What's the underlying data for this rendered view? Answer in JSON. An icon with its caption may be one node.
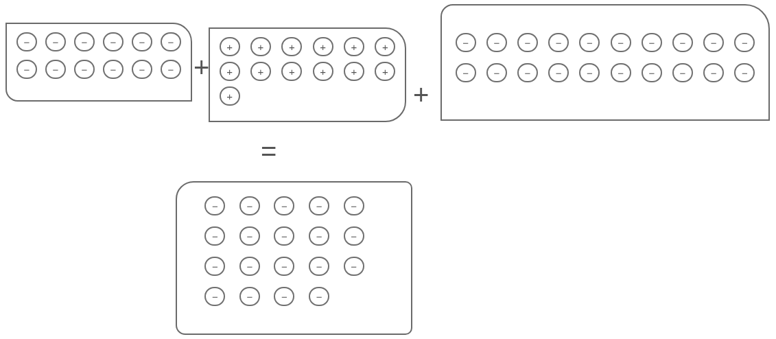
{
  "diagram": {
    "nodes": [
      {
        "text": [],
        "shape": "box"
      },
      {
        "text": [
          "−"
        ],
        "in": 0
      },
      {
        "text": [
          "−"
        ],
        "in": 0
      },
      {
        "text": [
          "−"
        ],
        "in": 0
      },
      {
        "text": [
          "−"
        ],
        "in": 0
      },
      {
        "text": [
          "−"
        ],
        "in": 0
      },
      {
        "text": [
          "−"
        ],
        "in": 0
      },
      {
        "text": [
          "−"
        ],
        "in": 0
      },
      {
        "text": [
          "−"
        ],
        "in": 0
      },
      {
        "text": [
          "−"
        ],
        "in": 0
      },
      {
        "text": [
          "−"
        ],
        "in": 0
      },
      {
        "text": [
          "−"
        ],
        "in": 0
      },
      {
        "text": [
          "−"
        ],
        "in": 0
      },
      {
        "text": [],
        "shape": "box"
      },
      {
        "text": [
          "+"
        ],
        "in": 13
      },
      {
        "text": [
          "+"
        ],
        "in": 13
      },
      {
        "text": [
          "+"
        ],
        "in": 13
      },
      {
        "text": [
          "+"
        ],
        "in": 13
      },
      {
        "text": [
          "+"
        ],
        "in": 13
      },
      {
        "text": [
          "+"
        ],
        "in": 13
      },
      {
        "text": [
          "+"
        ],
        "in": 13
      },
      {
        "text": [
          "+"
        ],
        "in": 13
      },
      {
        "text": [
          "+"
        ],
        "in": 13
      },
      {
        "text": [
          "+"
        ],
        "in": 13
      },
      {
        "text": [
          "+"
        ],
        "in": 13
      },
      {
        "text": [
          "+"
        ],
        "in": 13
      },
      {
        "text": [
          "+"
        ],
        "in": 13
      },
      {
        "text": [],
        "shape": "box"
      },
      {
        "text": [
          "−"
        ],
        "in": 27
      },
      {
        "text": [
          "−"
        ],
        "in": 27
      },
      {
        "text": [
          "−"
        ],
        "in": 27
      },
      {
        "text": [
          "−"
        ],
        "in": 27
      },
      {
        "text": [
          "−"
        ],
        "in": 27
      },
      {
        "text": [
          "−"
        ],
        "in": 27
      },
      {
        "text": [
          "−"
        ],
        "in": 27
      },
      {
        "text": [
          "−"
        ],
        "in": 27
      },
      {
        "text": [
          "−"
        ],
        "in": 27
      },
      {
        "text": [
          "−"
        ],
        "in": 27
      },
      {
        "text": [
          "−"
        ],
        "in": 27
      },
      {
        "text": [
          "−"
        ],
        "in": 27
      },
      {
        "text": [
          "−"
        ],
        "in": 27
      },
      {
        "text": [
          "−"
        ],
        "in": 27
      },
      {
        "text": [
          "−"
        ],
        "in": 27
      },
      {
        "text": [
          "−"
        ],
        "in": 27
      },
      {
        "text": [
          "−"
        ],
        "in": 27
      },
      {
        "text": [
          "−"
        ],
        "in": 27
      },
      {
        "text": [
          "−"
        ],
        "in": 27
      },
      {
        "text": [
          "−"
        ],
        "in": 27
      },
      {
        "text": [],
        "shape": "box"
      },
      {
        "text": [
          "−"
        ],
        "in": 48
      },
      {
        "text": [
          "−"
        ],
        "in": 48
      },
      {
        "text": [
          "−"
        ],
        "in": 48
      },
      {
        "text": [
          "−"
        ],
        "in": 48
      },
      {
        "text": [
          "−"
        ],
        "in": 48
      },
      {
        "text": [
          "−"
        ],
        "in": 48
      },
      {
        "text": [
          "−"
        ],
        "in": 48
      },
      {
        "text": [
          "−"
        ],
        "in": 48
      },
      {
        "text": [
          "−"
        ],
        "in": 48
      },
      {
        "text": [
          "−"
        ],
        "in": 48
      },
      {
        "text": [
          "−"
        ],
        "in": 48
      },
      {
        "text": [
          "−"
        ],
        "in": 48
      },
      {
        "text": [
          "−"
        ],
        "in": 48
      },
      {
        "text": [
          "−"
        ],
        "in": 48
      },
      {
        "text": [
          "−"
        ],
        "in": 48
      },
      {
        "text": [
          "−"
        ],
        "in": 48
      },
      {
        "text": [
          "−"
        ],
        "in": 48
      },
      {
        "text": [
          "−"
        ],
        "in": 48
      },
      {
        "text": [
          "−"
        ],
        "in": 48
      }
    ],
    "labels": [
      "+",
      "+",
      "="
    ]
  }
}
